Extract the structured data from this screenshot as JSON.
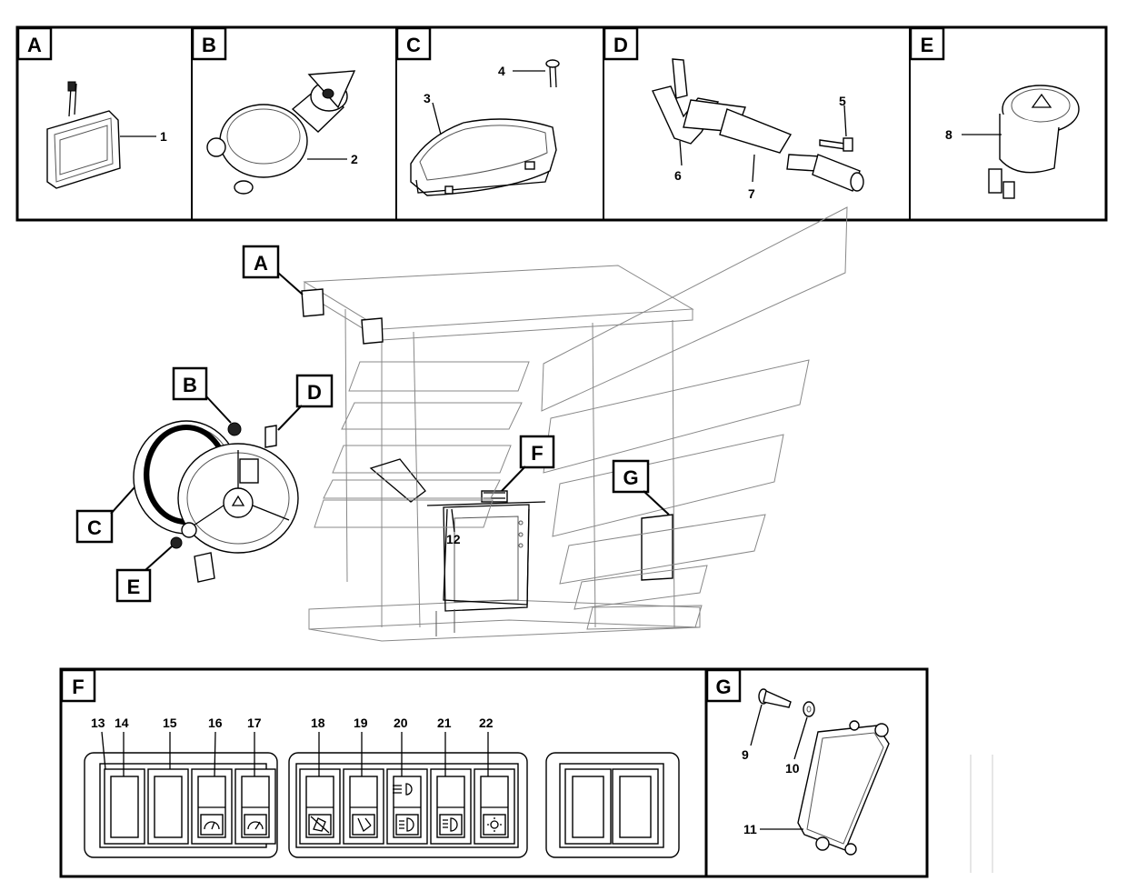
{
  "panels": {
    "a": {
      "tag": "A",
      "callouts": [
        "1"
      ]
    },
    "b": {
      "tag": "B",
      "callouts": [
        "2"
      ]
    },
    "c": {
      "tag": "C",
      "callouts": [
        "3",
        "4"
      ]
    },
    "d": {
      "tag": "D",
      "callouts": [
        "5",
        "6",
        "7"
      ]
    },
    "e": {
      "tag": "E",
      "callouts": [
        "8"
      ]
    },
    "f": {
      "tag": "F",
      "callouts": [
        "13",
        "14",
        "15",
        "16",
        "17",
        "18",
        "19",
        "20",
        "21",
        "22"
      ]
    },
    "g": {
      "tag": "G",
      "callouts": [
        "9",
        "10",
        "11"
      ]
    }
  },
  "main": {
    "tags": {
      "a": "A",
      "b": "B",
      "c": "C",
      "d": "D",
      "e": "E",
      "f": "F",
      "g": "G"
    },
    "callout_12": "12"
  },
  "colors": {
    "line": "#000000",
    "background": "#ffffff",
    "ghost": "#888888"
  }
}
